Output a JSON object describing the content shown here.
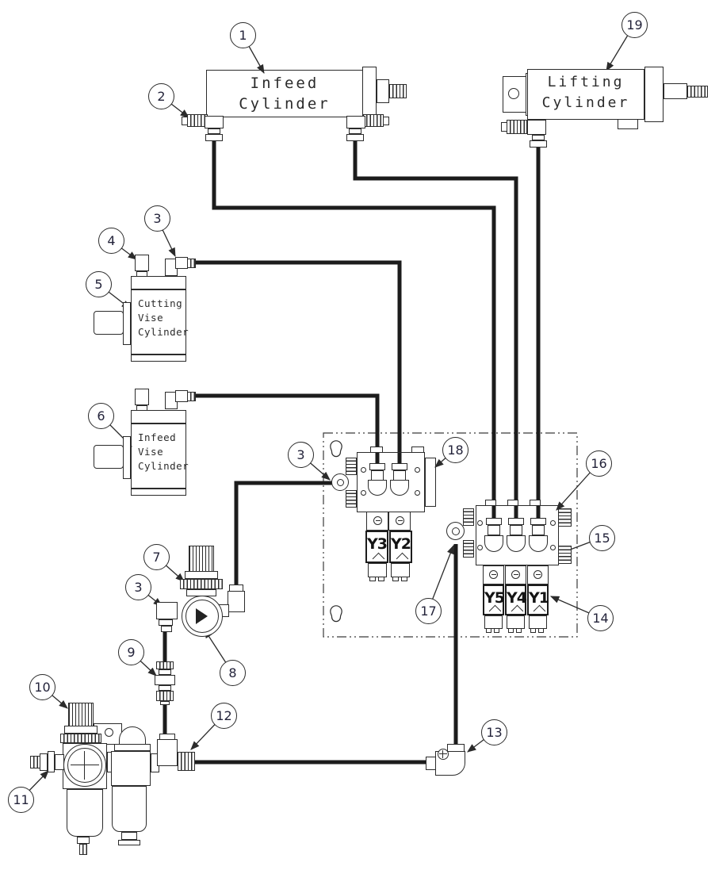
{
  "cylinders": {
    "infeed": {
      "line1": "Infeed",
      "line2": "Cylinder"
    },
    "lifting": {
      "line1": "Lifting",
      "line2": "Cylinder"
    },
    "cutting_vise": {
      "line1": "Cutting",
      "line2": "Vise",
      "line3": "Cylinder"
    },
    "infeed_vise": {
      "line1": "Infeed",
      "line2": "Vise",
      "line3": "Cylinder"
    }
  },
  "valves": {
    "manifold_two_station": [
      "Y3",
      "Y2"
    ],
    "manifold_three_station": [
      "Y5",
      "Y4",
      "Y1"
    ]
  },
  "callouts": [
    "1",
    "2",
    "19",
    "3",
    "4",
    "5",
    "6",
    "3",
    "18",
    "16",
    "15",
    "14",
    "17",
    "7",
    "3",
    "8",
    "9",
    "10",
    "11",
    "12",
    "13"
  ],
  "colors": {
    "line": "#2b2b2b",
    "tube": "#1c1c1c",
    "background": "#ffffff"
  }
}
